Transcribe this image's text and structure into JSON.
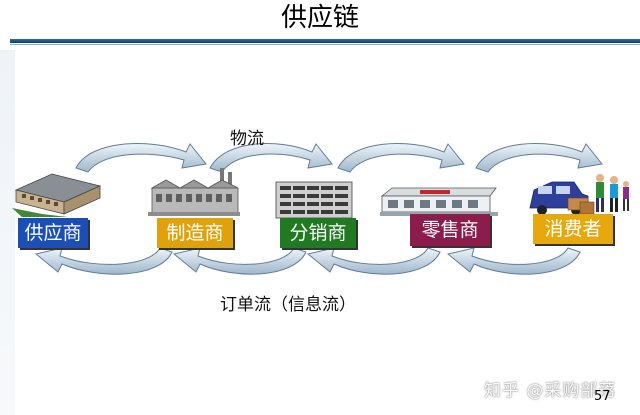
{
  "title": "供应链",
  "flows": {
    "material": "物流",
    "order": "订单流（信息流）"
  },
  "nodes": [
    {
      "label": "供应商",
      "color": "#1b4fb5"
    },
    {
      "label": "制造商",
      "color": "#e0a20a"
    },
    {
      "label": "分销商",
      "color": "#1f7a21"
    },
    {
      "label": "零售商",
      "color": "#8c1c4b"
    },
    {
      "label": "消费者",
      "color": "#e7a80d"
    }
  ],
  "watermark": "知乎 @采购部落",
  "page_number": "57"
}
